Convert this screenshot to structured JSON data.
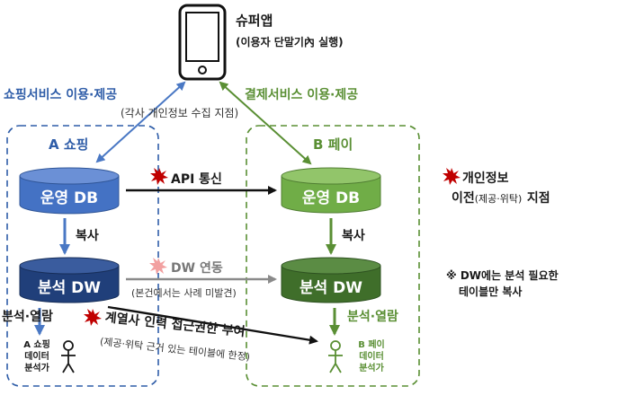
{
  "phone": {
    "title": "슈퍼앱",
    "subtitle": "(이용자 단말기內 실행)"
  },
  "flows": {
    "shopping_use": "쇼핑서비스 이용·제공",
    "collect_note": "(각사 개인정보 수집 지점)",
    "payment_use": "결제서비스 이용·제공"
  },
  "zones": {
    "a_title": "A 쇼핑",
    "b_title": "B 페이"
  },
  "nodes": {
    "a_ops_db": "운영 DB",
    "b_ops_db": "운영 DB",
    "a_dw": "분석 DW",
    "b_dw": "분석 DW"
  },
  "edges": {
    "api": "API 통신",
    "copy_a": "복사",
    "copy_b": "복사",
    "dw_link": "DW 연동",
    "dw_link_note": "(본건에서는 사례 미발견)",
    "affiliate_access": "계열사 인력 접근권한 부여",
    "affiliate_access_note": "(제공·위탁 근거 있는 테이블에 한정)",
    "analysis_view_a": "분석·열람",
    "analysis_view_b": "분석·열람"
  },
  "users": {
    "a_analyst": [
      "A 쇼핑",
      "데이터",
      "분석가"
    ],
    "b_analyst": [
      "B 페이",
      "데이터",
      "분석가"
    ]
  },
  "legend": {
    "transfer_line1": "개인정보",
    "transfer_line2_main": "이전",
    "transfer_line2_sub": "(제공·위탁)",
    "transfer_line2_end": "지점"
  },
  "note": {
    "line1": "※ DW에는 분석 필요한",
    "line2": "테이블만 복사"
  },
  "colors": {
    "blue": "#2f5da8",
    "blue_light": "#4a78c4",
    "navy": "#1f3c7a",
    "green": "#5a8f34",
    "green_light": "#70ad47",
    "green_dark": "#3f6e2a",
    "burst": "#c00000"
  }
}
